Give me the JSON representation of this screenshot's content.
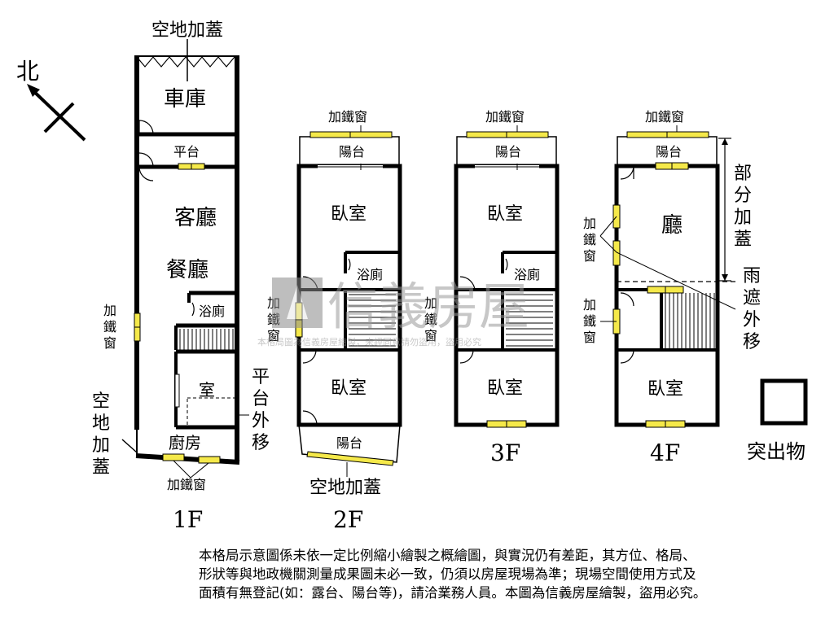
{
  "compass": {
    "north": "北"
  },
  "watermark": {
    "brand": "信義房屋",
    "notice": "本格局圖為信義房屋繪製，未經同意請勿盜用，盜用必究"
  },
  "legend": {
    "label": "突出物"
  },
  "floor_1": {
    "name": "1F",
    "top_label": "空地加蓋",
    "garage": "車庫",
    "platform": "平台",
    "living": "客廳",
    "dining": "餐廳",
    "bath": "浴廁",
    "room": "室",
    "kitchen": "廚房",
    "window_left": "加\n鐵\n窗",
    "window_bottom": "加鐵窗",
    "left_note": "空\n地\n加\n蓋",
    "right_note": "平\n台\n外\n移"
  },
  "floor_2": {
    "name": "2F",
    "window_top": "加鐵窗",
    "balcony_top": "陽台",
    "bedroom_top": "臥室",
    "bath": "浴廁",
    "window_left": "加\n鐵\n窗",
    "bedroom_bottom": "臥室",
    "balcony_bottom": "陽台",
    "bottom_note": "空地加蓋"
  },
  "floor_3": {
    "name": "3F",
    "window_top": "加鐵窗",
    "balcony_top": "陽台",
    "bedroom_top": "臥室",
    "bath": "浴廁",
    "window_left": "加\n鐵\n窗",
    "bedroom_bottom": "臥室"
  },
  "floor_4": {
    "name": "4F",
    "window_top": "加鐵窗",
    "balcony_top": "陽台",
    "hall": "廳",
    "window_left_upper": "加\n鐵\n窗",
    "window_left_lower": "加\n鐵\n窗",
    "bedroom_bottom": "臥室",
    "right_note_upper": "部\n分\n加\n蓋",
    "right_note_lower": "雨\n遮\n外\n移"
  },
  "disclaimer": {
    "line1": "本格局示意圖係未依一定比例縮小繪製之概繪圖，與實況仍有差距，其方位、格局、",
    "line2": "形狀等與地政機關測量成果圖未必一致，仍須以房屋現場為準；現場空間使用方式及",
    "line3": "面積有無登記(如：露台、陽台等)，請洽業務人員。本圖為信義房屋繪製，盜用必究。"
  }
}
